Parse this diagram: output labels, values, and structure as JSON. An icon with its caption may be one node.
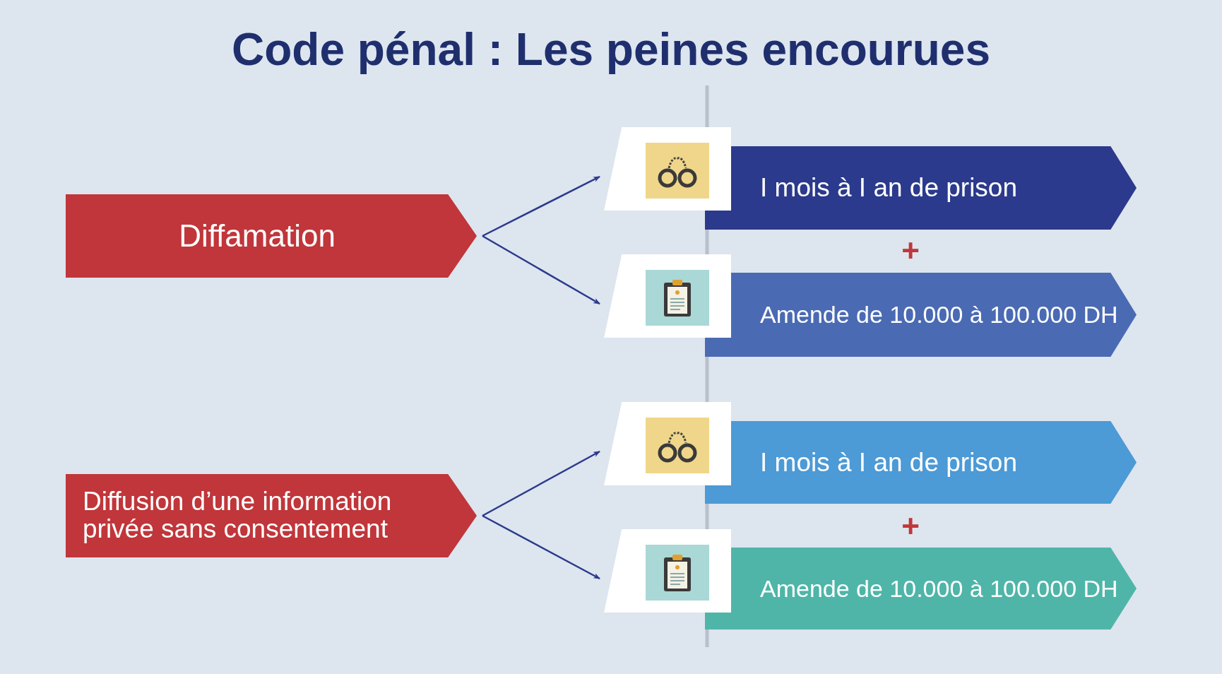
{
  "diagram": {
    "title": "Code pénal : Les peines encourues",
    "nodes": [
      {
        "text": [
          "Diffamation"
        ]
      },
      {
        "text": [
          "Diffusion d’une information privée sans consentement"
        ]
      },
      {
        "text": [
          "I mois à I an de prison"
        ]
      },
      {
        "text": [
          "Amende de 10.000 à 100.000 DH"
        ]
      },
      {
        "text": [
          "I mois à I an de prison"
        ]
      },
      {
        "text": [
          "Amende de 10.000 à 100.000 DH"
        ]
      }
    ],
    "edges": [
      {
        "from": 0,
        "to": 2,
        "arrow": "to"
      },
      {
        "from": 0,
        "to": 3,
        "arrow": "to"
      },
      {
        "from": 1,
        "to": 4,
        "arrow": "to"
      },
      {
        "from": 1,
        "to": 5,
        "arrow": "to"
      }
    ],
    "labels": [
      "+",
      "+"
    ]
  }
}
